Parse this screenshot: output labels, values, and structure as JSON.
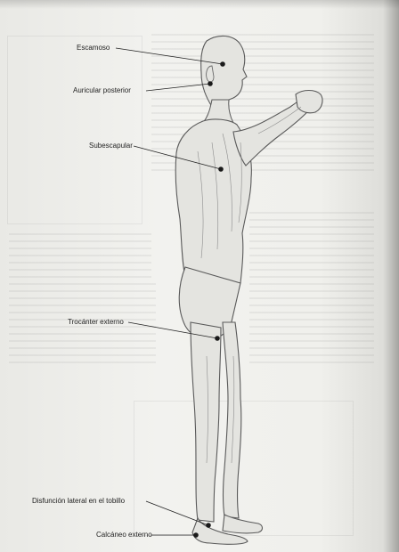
{
  "labels": {
    "escamoso": "Escamoso",
    "auricular_posterior": "Auricular posterior",
    "subescapular": "Subescapular",
    "trocanter_externo": "Trocánter externo",
    "disfuncion_lateral": "Disfunción lateral en el tobillo",
    "calcaneo_externo": "Calcáneo externo"
  },
  "colors": {
    "ink": "#222222",
    "figure_outline": "#5a5a5a",
    "figure_fill": "#e4e4e0",
    "point": "#1a1a1a"
  }
}
